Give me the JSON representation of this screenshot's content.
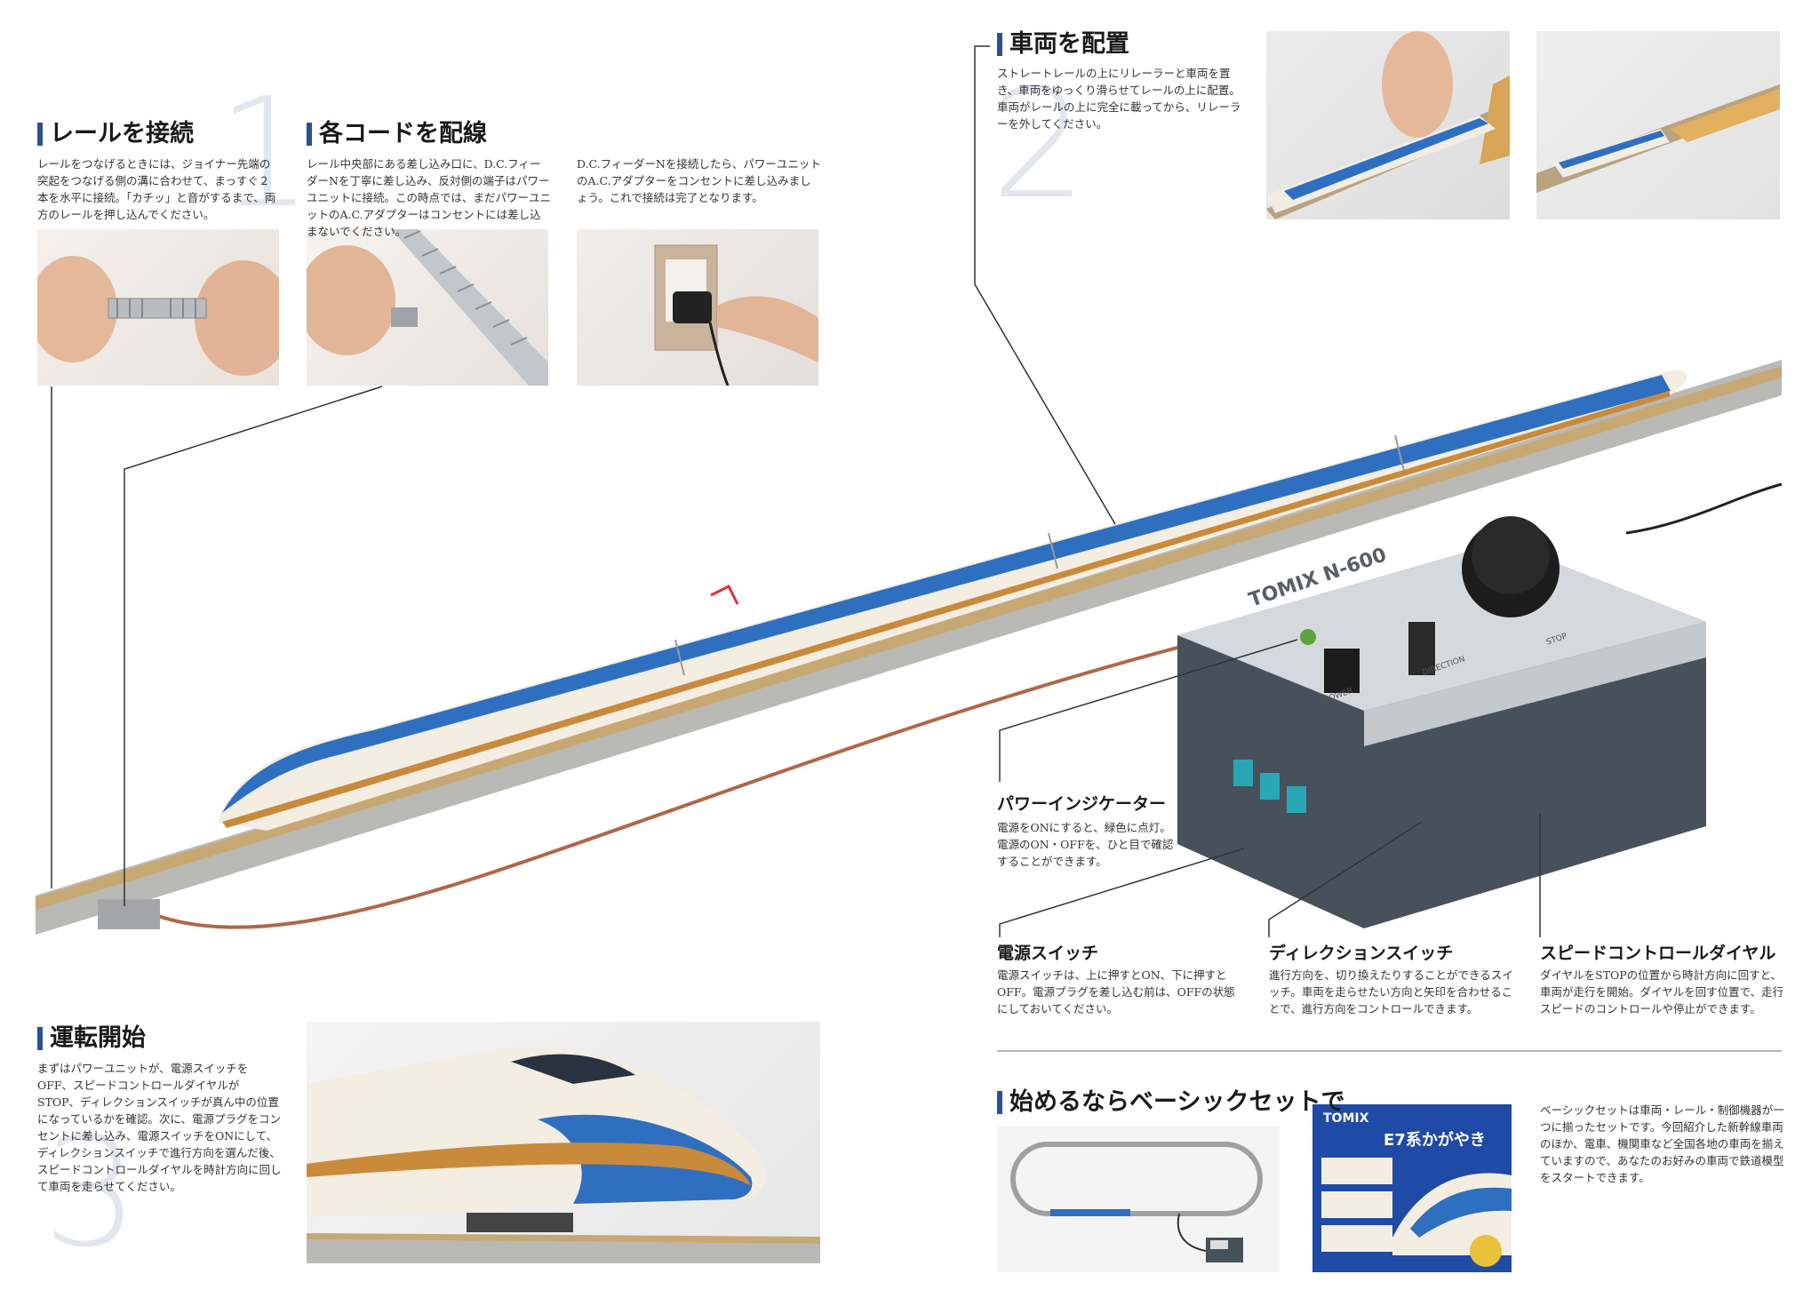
{
  "sections": {
    "s1": {
      "number": "1",
      "title": "レールを接続",
      "text": "レールをつなげるときには、ジョイナー先端の突起をつなげる側の溝に合わせて、まっすぐ２本を水平に接続。「カチッ」と音がするまで、両方のレールを押し込んでください。"
    },
    "s_wire": {
      "title": "各コードを配線",
      "text": "レール中央部にある差し込み口に、D.C.フィーダーNを丁寧に差し込み、反対側の端子はパワーユニットに接続。この時点では、まだパワーユニットのA.C.アダプターはコンセントには差し込まないでください。",
      "text2": "D.C.フィーダーNを接続したら、パワーユニットのA.C.アダプターをコンセントに差し込みましょう。これで接続は完了となります。"
    },
    "s2": {
      "number": "2",
      "title": "車両を配置",
      "text": "ストレートレールの上にリレーラーと車両を置き、車両をゆっくり滑らせてレールの上に配置。車両がレールの上に完全に載ってから、リレーラーを外してください。"
    },
    "s3": {
      "number": "3",
      "title": "運転開始",
      "text": "まずはパワーユニットが、電源スイッチをOFF、スピードコントロールダイヤルがSTOP、ディレクションスイッチが真ん中の位置になっているかを確認。次に、電源プラグをコンセントに差し込み、電源スイッチをONにして、ディレクションスイッチで進行方向を選んだ後、スピードコントロールダイヤルを時計方向に回して車両を走らせてください。"
    }
  },
  "controller": {
    "brand": "TOMIX",
    "model": "N-600",
    "labels": {
      "power": "POWER",
      "direction": "DIRECTION",
      "stop": "STOP"
    }
  },
  "callouts": {
    "indicator": {
      "title": "パワーインジケーター",
      "text": "電源をONにすると、緑色に点灯。電源のON・OFFを、ひと目で確認することができます。"
    },
    "power_switch": {
      "title": "電源スイッチ",
      "text": "電源スイッチは、上に押すとON、下に押すとOFF。電源プラグを差し込む前は、OFFの状態にしておいてください。"
    },
    "direction_switch": {
      "title": "ディレクションスイッチ",
      "text": "進行方向を、切り換えたりすることができるスイッチ。車両を走らせたい方向と矢印を合わせることで、進行方向をコントロールできます。"
    },
    "speed_dial": {
      "title": "スピードコントロールダイヤル",
      "text": "ダイヤルをSTOPの位置から時計方向に回すと、車両が走行を開始。ダイヤルを回す位置で、走行スピードのコントロールや停止ができます。"
    }
  },
  "basic_set": {
    "title": "始めるならベーシックセットで",
    "text": "ベーシックセットは車両・レール・制御機器が一つに揃ったセットです。今回紹介した新幹線車両のほか、電車、機関車など全国各地の車両を揃えていますので、あなたのお好みの車両で鉄道模型をスタートできます。",
    "box_brand": "TOMIX",
    "box_title": "E7系かがやき"
  },
  "colors": {
    "accent_bar": "#2b4f93",
    "train_blue": "#2f6fc0",
    "train_copper": "#c98a3c",
    "big_number": "#e3e6ee",
    "indicator_green": "#5ca33a",
    "socket_teal": "#2aa7b5"
  }
}
